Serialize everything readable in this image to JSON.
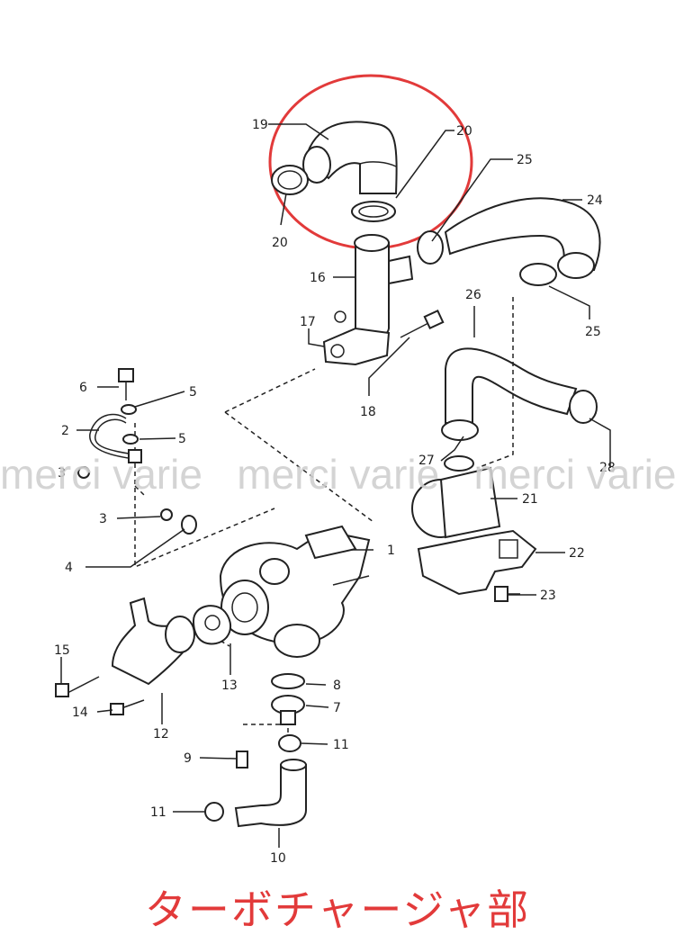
{
  "watermark": "merci varie   merci varie   merci varie",
  "caption": "ターボチャージャ部",
  "highlight_color": "#e23a3a",
  "callouts": [
    "19",
    "20",
    "20",
    "25",
    "24",
    "25",
    "16",
    "17",
    "18",
    "26",
    "27",
    "28",
    "21",
    "22",
    "23",
    "6",
    "5",
    "2",
    "5",
    "3",
    "3",
    "4",
    "1",
    "15",
    "14",
    "12",
    "13",
    "8",
    "7",
    "9",
    "11",
    "11",
    "10"
  ]
}
